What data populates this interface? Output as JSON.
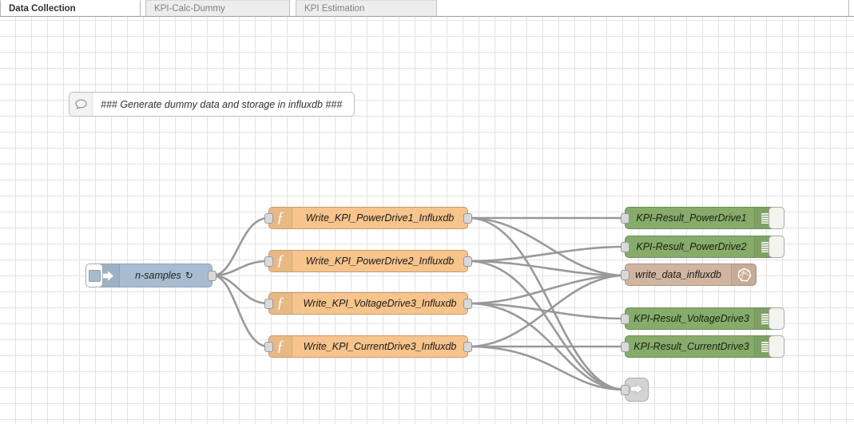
{
  "tabs": [
    {
      "label": "Data Collection",
      "active": true
    },
    {
      "label": "KPI-Calc-Dummy",
      "active": false
    },
    {
      "label": "KPI Estimation",
      "active": false
    }
  ],
  "comment": {
    "text": "### Generate dummy data and storage in influxdb ###",
    "icon": "comment-bubble-icon"
  },
  "inject": {
    "label": "n-samples",
    "repeat_glyph": "↻",
    "icon": "inject-arrow-icon",
    "color": "#a7bcd1"
  },
  "functions": [
    {
      "label": "Write_KPI_PowerDrive1_Influxdb",
      "icon": "function-f-icon"
    },
    {
      "label": "Write_KPI_PowerDrive2_Influxdb",
      "icon": "function-f-icon"
    },
    {
      "label": "Write_KPI_VoltageDrive3_Influxdb",
      "icon": "function-f-icon"
    },
    {
      "label": "Write_KPI_CurrentDrive3_Influxdb",
      "icon": "function-f-icon"
    }
  ],
  "function_color": "#f6c48c",
  "debug_nodes": [
    {
      "label": "KPI-Result_PowerDrive1",
      "icon": "debug-lines-icon"
    },
    {
      "label": "KPI-Result_PowerDrive2",
      "icon": "debug-lines-icon"
    },
    {
      "label": "KPI-Result_VoltageDrive3",
      "icon": "debug-lines-icon"
    },
    {
      "label": "KPI-Result_CurrentDrive3",
      "icon": "debug-lines-icon"
    }
  ],
  "debug_color": "#86ab6b",
  "influx": {
    "label": "write_data_influxdb",
    "icon": "influxdb-logo-icon",
    "color": "#d2b5a0"
  },
  "link_node": {
    "icon": "link-out-arrow-icon",
    "color": "#d4d4d4"
  },
  "canvas": {
    "grid_color": "#e3e3e3",
    "wire_color": "#999999"
  }
}
